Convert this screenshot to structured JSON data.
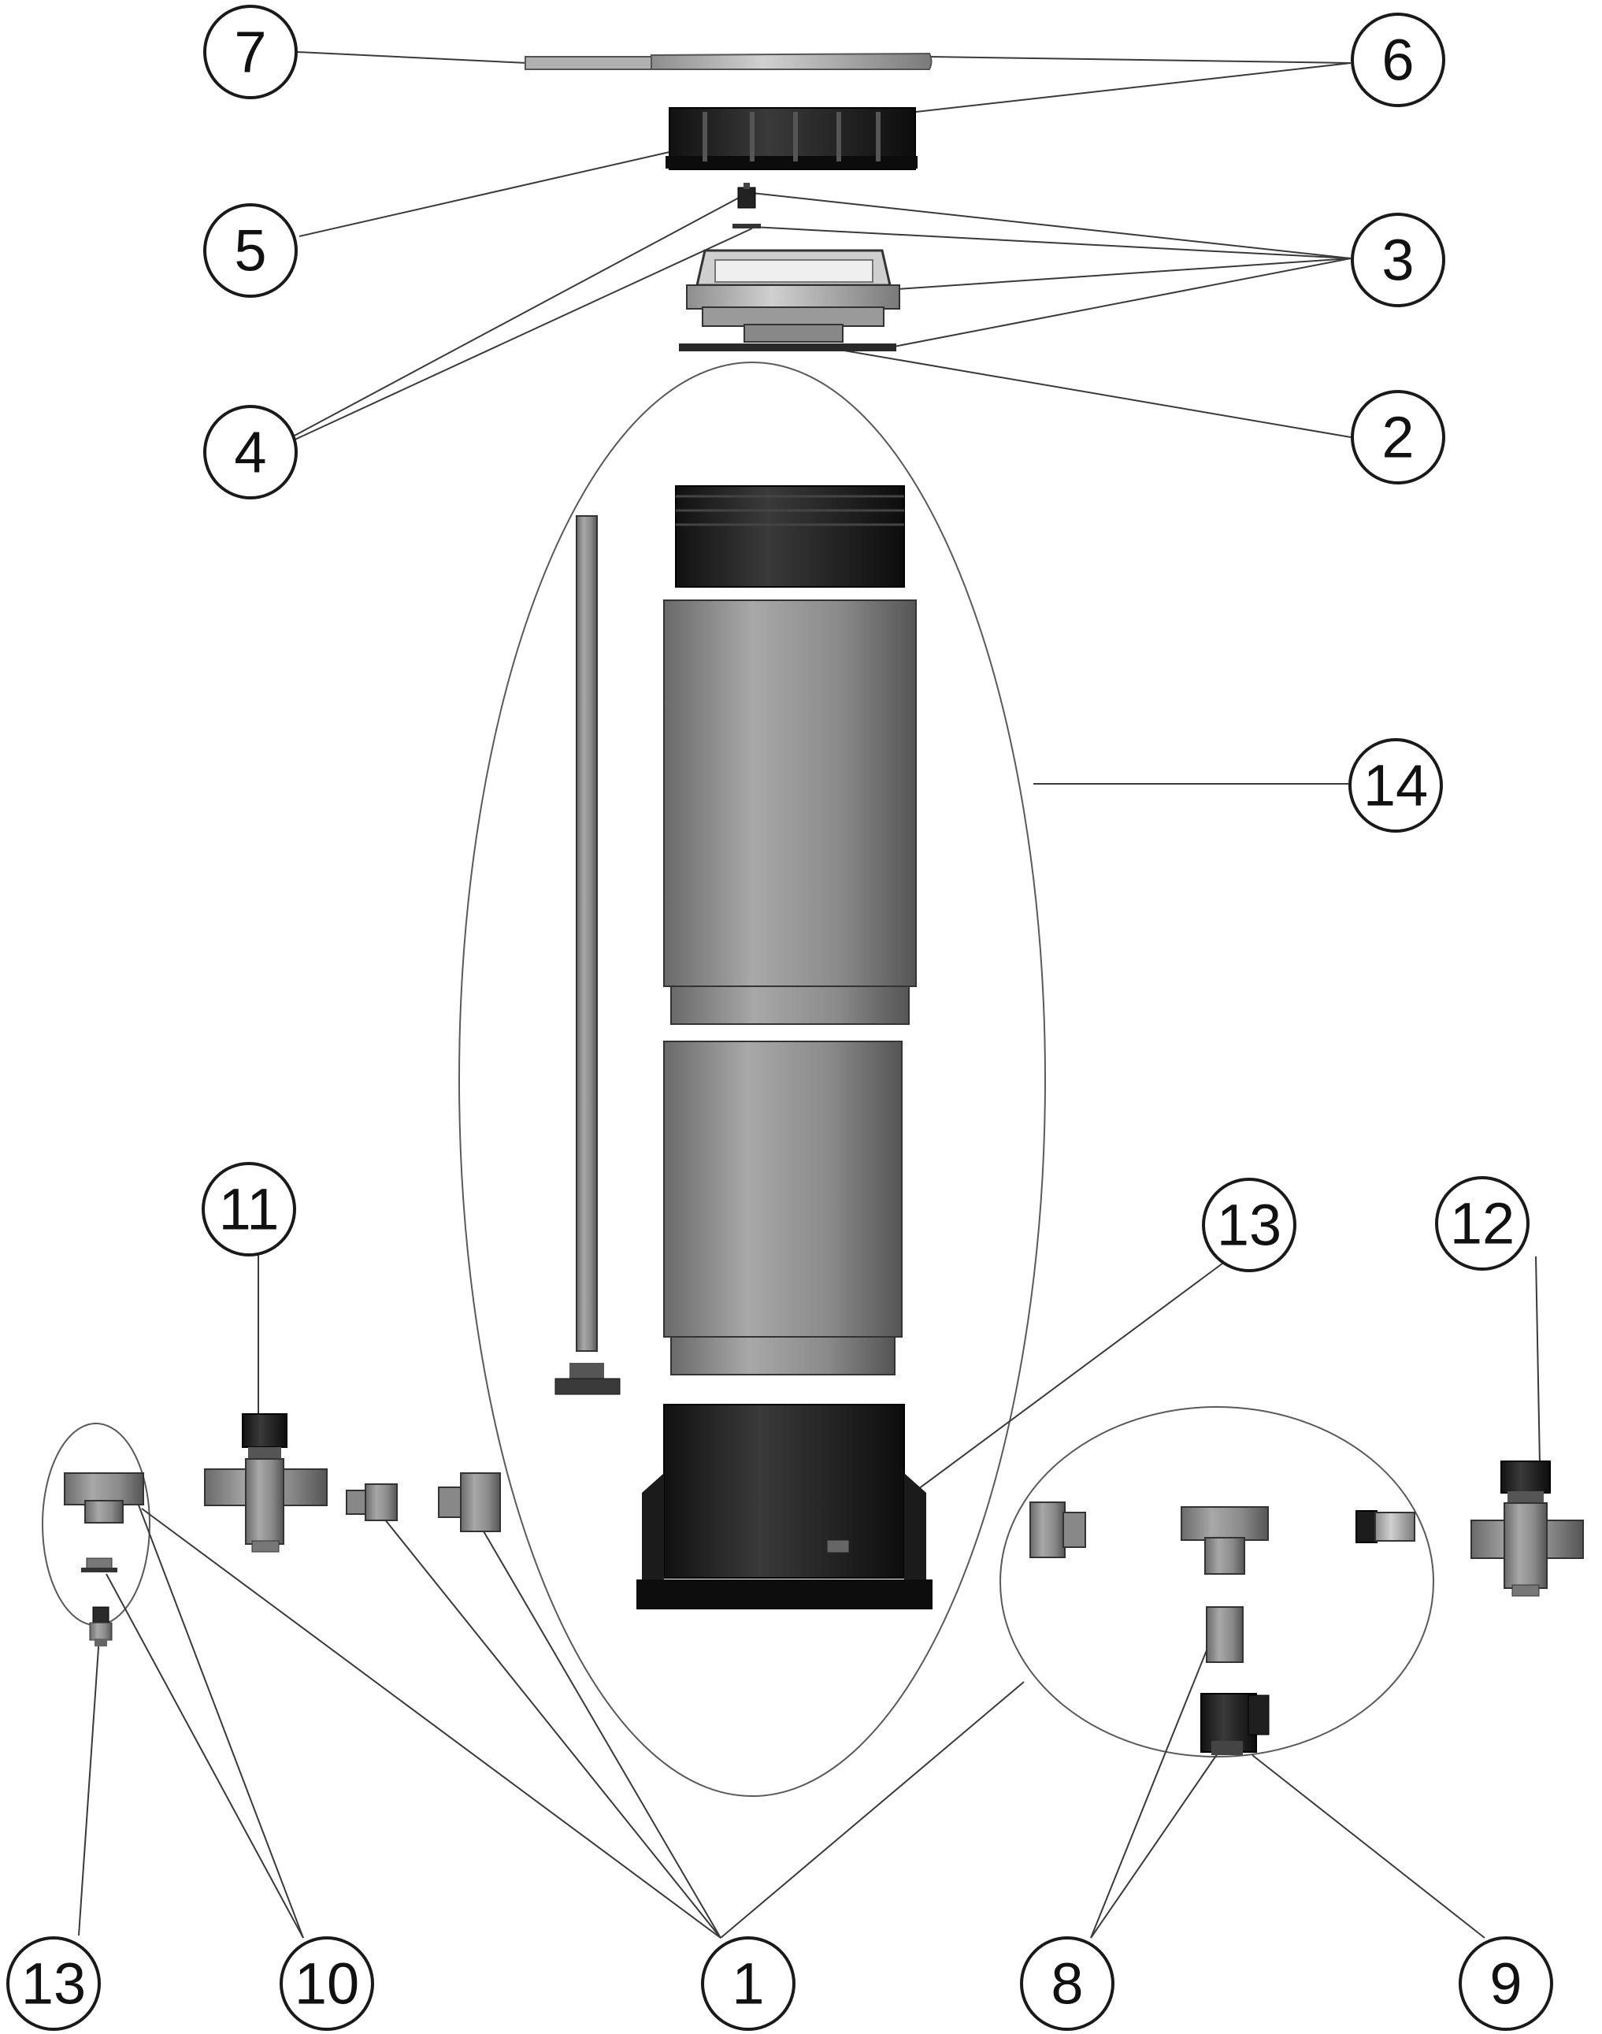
{
  "colors": {
    "part_dark": "#1c1c1c",
    "part_mid": "#7d7d7d",
    "part_light": "#b5b5b5",
    "line": "#3a3a3a"
  },
  "callouts": [
    {
      "id": "c7",
      "label": "7"
    },
    {
      "id": "c6",
      "label": "6"
    },
    {
      "id": "c5",
      "label": "5"
    },
    {
      "id": "c3",
      "label": "3"
    },
    {
      "id": "c4",
      "label": "4"
    },
    {
      "id": "c2",
      "label": "2"
    },
    {
      "id": "c14",
      "label": "14"
    },
    {
      "id": "c11",
      "label": "11"
    },
    {
      "id": "c13a",
      "label": "13"
    },
    {
      "id": "c12",
      "label": "12"
    },
    {
      "id": "c13b",
      "label": "13"
    },
    {
      "id": "c10",
      "label": "10"
    },
    {
      "id": "c1",
      "label": "1"
    },
    {
      "id": "c8",
      "label": "8"
    },
    {
      "id": "c9",
      "label": "9"
    }
  ]
}
